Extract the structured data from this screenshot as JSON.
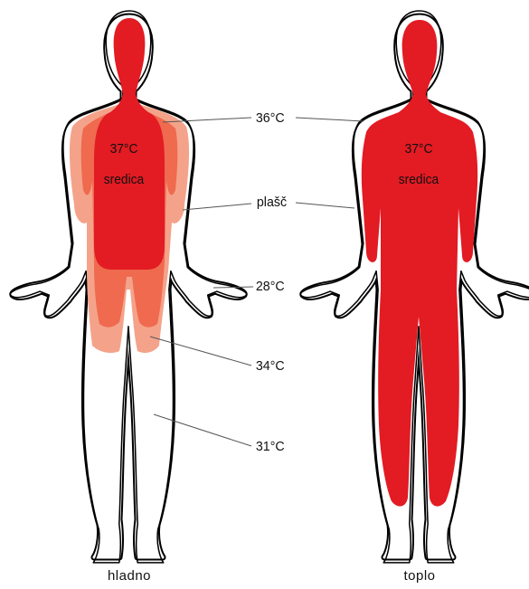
{
  "figure": {
    "cold": {
      "caption": "hladno",
      "core_temp": "37°C",
      "core_name": "sredica"
    },
    "warm": {
      "caption": "toplo",
      "core_temp": "37°C",
      "core_name": "sredica"
    },
    "callouts": {
      "t36": "36°C",
      "shell": "plašč",
      "t28": "28°C",
      "t34": "34°C",
      "t31": "31°C"
    }
  },
  "colors": {
    "core": "#e31b23",
    "shell_inner": "#ef6a4e",
    "shell_outer": "#f4a38a",
    "outline": "#000000",
    "leader": "#555555"
  }
}
